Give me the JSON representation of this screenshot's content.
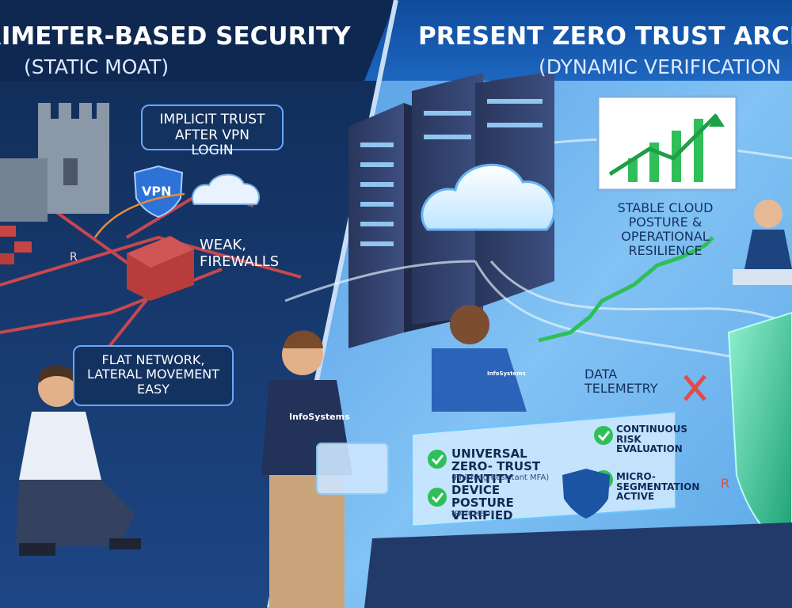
{
  "left_panel": {
    "title": "RIMETER-BASED SECURITY",
    "subtitle": "(STATIC MOAT)",
    "callout_vpn": "IMPLICIT TRUST AFTER VPN LOGIN",
    "vpn_label": "VPN",
    "weak_label": "WEAK, FIREWALLS",
    "flat_label": "FLAT NETWORK, LATERAL MOVEMENT EASY",
    "packet_letter": "R"
  },
  "right_panel": {
    "title": "PRESENT ZERO TRUST ARCH",
    "subtitle": "(DYNAMIC VERIFICATION",
    "cloud_label": "STABLE CLOUD POSTURE & OPERATIONAL RESILIENCE",
    "telemetry_label": "DATA TELEMETRY",
    "shirt_text_left": "InfoSystems",
    "shirt_text_right": "InfoSystems",
    "checks": [
      {
        "title": "UNIVERSAL ZERO- TRUST IDENTITY",
        "detail": "(Phishing-Resistant MFA)"
      },
      {
        "title": "DEVICE POSTURE VERIFIED",
        "detail": "(PATCHED)"
      },
      {
        "title": "CONTINUOUS RISK EVALUATION"
      },
      {
        "title": "MICRO- SEGMENTATION ACTIVE"
      }
    ],
    "blocked_letter": "R"
  },
  "colors": {
    "left_bg": "#153a70",
    "right_bg": "#74b6ec",
    "accent_red": "#c73a3a",
    "accent_green": "#2fbf59",
    "ui_blue": "#1a54a3"
  }
}
